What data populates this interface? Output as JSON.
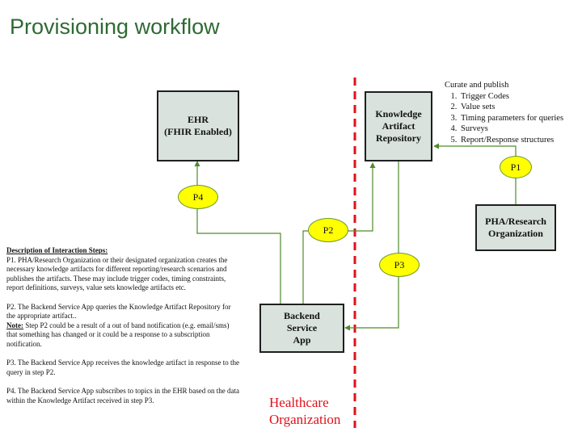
{
  "title": "Provisioning workflow",
  "boxes": {
    "ehr": "EHR\n(FHIR Enabled)",
    "kar": "Knowledge\nArtifact\nRepository",
    "pha": "PHA/Research\nOrganization",
    "backend": "Backend\nService\nApp"
  },
  "steps": {
    "p1": "P1",
    "p2": "P2",
    "p3": "P3",
    "p4": "P4"
  },
  "curate": {
    "heading": "Curate and publish",
    "items": [
      "Trigger Codes",
      "Value sets",
      "Timing parameters for queries",
      "Surveys",
      "Report/Response structures"
    ]
  },
  "description": {
    "heading": "Description of Interaction Steps:",
    "p1": "P1. PHA/Research Organization or their designated organization creates the necessary knowledge artifacts for different reporting/research scenarios and publishes the artifacts. These may include trigger codes, timing constraints, report definitions, surveys, value sets knowledge artifacts etc.",
    "p2": "P2. The Backend Service App queries the Knowledge Artifact Repository for the appropriate artifact..",
    "note_label": "Note:",
    "note": " Step P2 could be a result of a out of band notification (e.g. email/sms) that something has changed or it could be a response to a subscription notification.",
    "p3": "P3.  The Backend Service App receives the knowledge artifact in response to the query in step P2.",
    "p4": "P4. The Backend Service App subscribes to topics in the EHR based on the data within the Knowledge Artifact received in step P3."
  },
  "boundary_label": "Healthcare\nOrganization",
  "colors": {
    "title": "#2e6a33",
    "box_fill": "#d9e2dd",
    "oval_fill": "#ffff00",
    "arrow": "#4f8a2b",
    "boundary": "#e0111b"
  }
}
